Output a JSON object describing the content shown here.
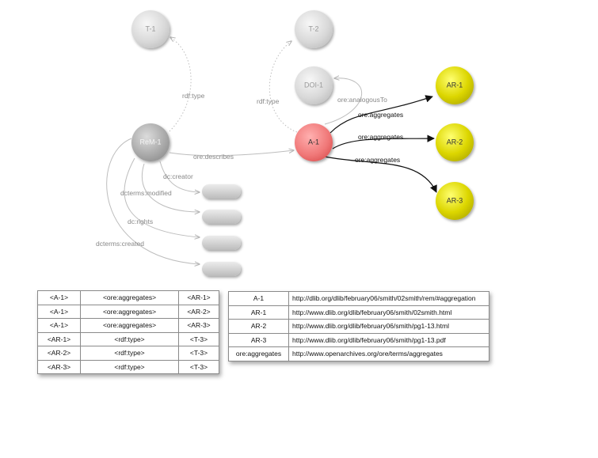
{
  "diagram": {
    "nodes": {
      "t1": "T-1",
      "t2": "T-2",
      "doi1": "DOI-1",
      "rem1": "ReM-1",
      "a1": "A-1",
      "ar1": "AR-1",
      "ar2": "AR-2",
      "ar3": "AR-3"
    },
    "edges": {
      "rem_type": "rdf:type",
      "a1_type": "rdf:type",
      "analogous": "ore:analogousTo",
      "describes": "ore:describes",
      "agg1": "ore:aggregates",
      "agg2": "ore:aggregates",
      "agg3": "ore:aggregates",
      "creator": "dc:creator",
      "modified": "dcterms:modified",
      "rights": "dc:rights",
      "created": "dcterms:created"
    },
    "colors": {
      "grey_node": "#d6d6d6",
      "red_node": "#f07878",
      "yellow_node": "#d9d400",
      "black_edge": "#111111",
      "grey_edge": "#bdbdbd"
    }
  },
  "triples_table": {
    "rows": [
      [
        "<A-1>",
        "<ore:aggregates>",
        "<AR-1>"
      ],
      [
        "<A-1>",
        "<ore:aggregates>",
        "<AR-2>"
      ],
      [
        "<A-1>",
        "<ore:aggregates>",
        "<AR-3>"
      ],
      [
        "<AR-1>",
        "<rdf:type>",
        "<T-3>"
      ],
      [
        "<AR-2>",
        "<rdf:type>",
        "<T-3>"
      ],
      [
        "<AR-3>",
        "<rdf:type>",
        "<T-3>"
      ]
    ]
  },
  "reference_table": {
    "rows": [
      [
        "A-1",
        "http://dlib.org/dlib/february06/smith/02smith/rem/#aggregation"
      ],
      [
        "AR-1",
        "http://www.dlib.org/dlib/february06/smith/02smith.html"
      ],
      [
        "AR-2",
        "http://www.dlib.org/dlib/february06/smith/pg1-13.html"
      ],
      [
        "AR-3",
        "http://www.dlib.org/dlib/february06/smith/pg1-13.pdf"
      ],
      [
        "ore:aggregates",
        "http://www.openarchives.org/ore/terms/aggregates"
      ]
    ]
  }
}
